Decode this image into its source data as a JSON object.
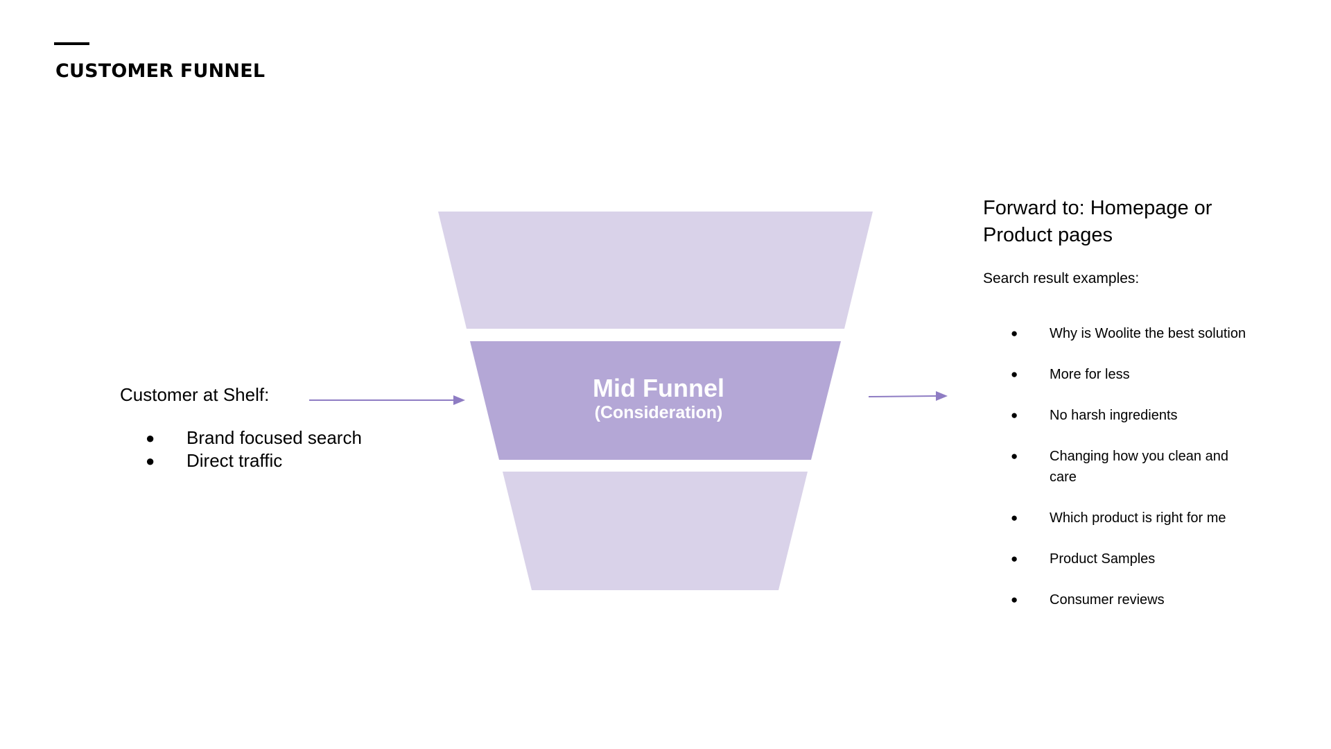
{
  "slide": {
    "title": "CUSTOMER FUNNEL"
  },
  "colors": {
    "funnel_light": "#d9d2e9",
    "funnel_active": "#b4a7d6",
    "arrow": "#8e7cc3",
    "text": "#000000",
    "label_text": "#ffffff"
  },
  "funnel": {
    "stages": [
      {
        "id": "top",
        "label": "",
        "active": false
      },
      {
        "id": "mid",
        "label": "Mid Funnel",
        "sublabel": "(Consideration)",
        "active": true
      },
      {
        "id": "bottom",
        "label": "",
        "active": false
      }
    ]
  },
  "left_panel": {
    "heading": "Customer at Shelf:",
    "items": [
      "Brand focused search",
      "Direct traffic"
    ]
  },
  "right_panel": {
    "heading": "Forward to: Homepage or Product pages",
    "subheading": "Search result examples:",
    "items": [
      "Why is Woolite the best solution",
      "More for less",
      "No harsh ingredients",
      "Changing how you clean and care",
      "Which product is right for me",
      "Product Samples",
      "Consumer reviews"
    ]
  },
  "bullet_glyph": "●"
}
